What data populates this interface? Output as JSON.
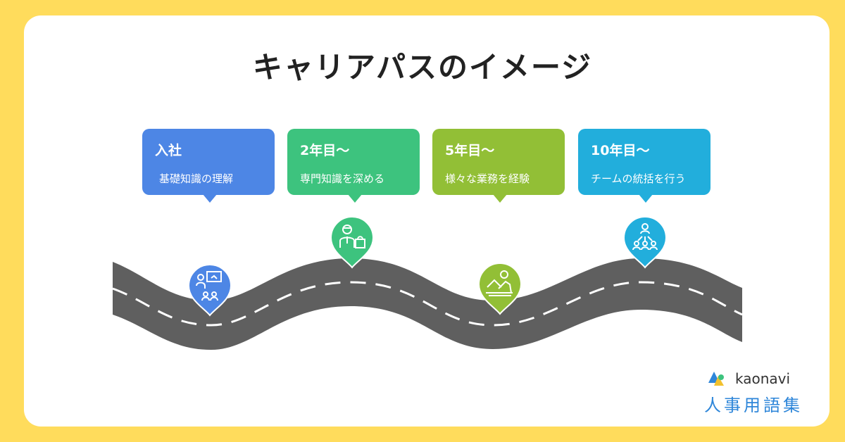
{
  "title": "キャリアパスのイメージ",
  "steps": [
    {
      "stage": "入社",
      "desc": "基礎知識の理解",
      "color": "#4D86E5",
      "icon": "teaching-icon"
    },
    {
      "stage": "2年目〜",
      "desc": "専門知識を深める",
      "color": "#3DC37E",
      "icon": "professional-icon"
    },
    {
      "stage": "5年目〜",
      "desc": "様々な業務を経験",
      "color": "#92BF36",
      "icon": "laptop-worker-icon"
    },
    {
      "stage": "10年目〜",
      "desc": "チームの統括を行う",
      "color": "#22AEDC",
      "icon": "team-leader-icon"
    }
  ],
  "logo": {
    "brand": "kaonavi",
    "sub": "人事用語集"
  },
  "colors": {
    "background": "#FFDC5C",
    "road": "#5F5F5F",
    "road_line": "#FFFFFF"
  }
}
